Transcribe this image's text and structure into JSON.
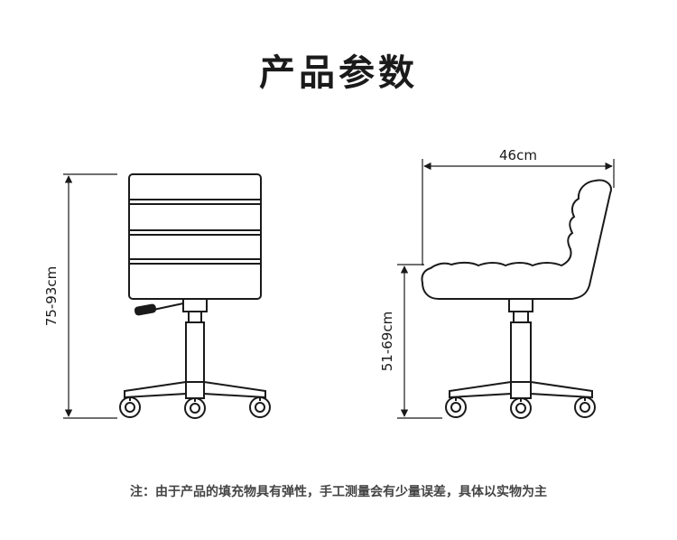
{
  "title": "产品参数",
  "dimensions": {
    "front_height": "75-93cm",
    "side_width": "46cm",
    "seat_height": "51-69cm"
  },
  "note": "注：由于产品的填充物具有弹性，手工测量会有少量误差，具体以实物为主",
  "colors": {
    "line": "#1a1a1a",
    "text": "#1a1a1a",
    "note_text": "#444444",
    "background": "#ffffff"
  }
}
